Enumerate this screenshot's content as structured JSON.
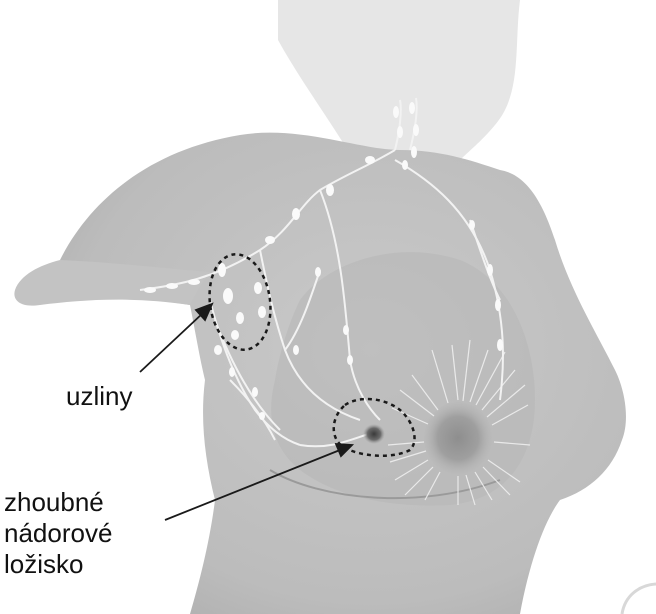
{
  "labels": {
    "lymph_nodes": "uzliny",
    "tumor_site": [
      "zhoubné",
      "nádorové",
      "ložisko"
    ]
  },
  "colors": {
    "body_fill": "#bdbdbd",
    "body_shadow": "#a8a8a8",
    "lymph_vessel": "#f4f4f4",
    "node_fill": "#fafafa",
    "outline": "#1a1a1a",
    "label_text": "#111111"
  }
}
